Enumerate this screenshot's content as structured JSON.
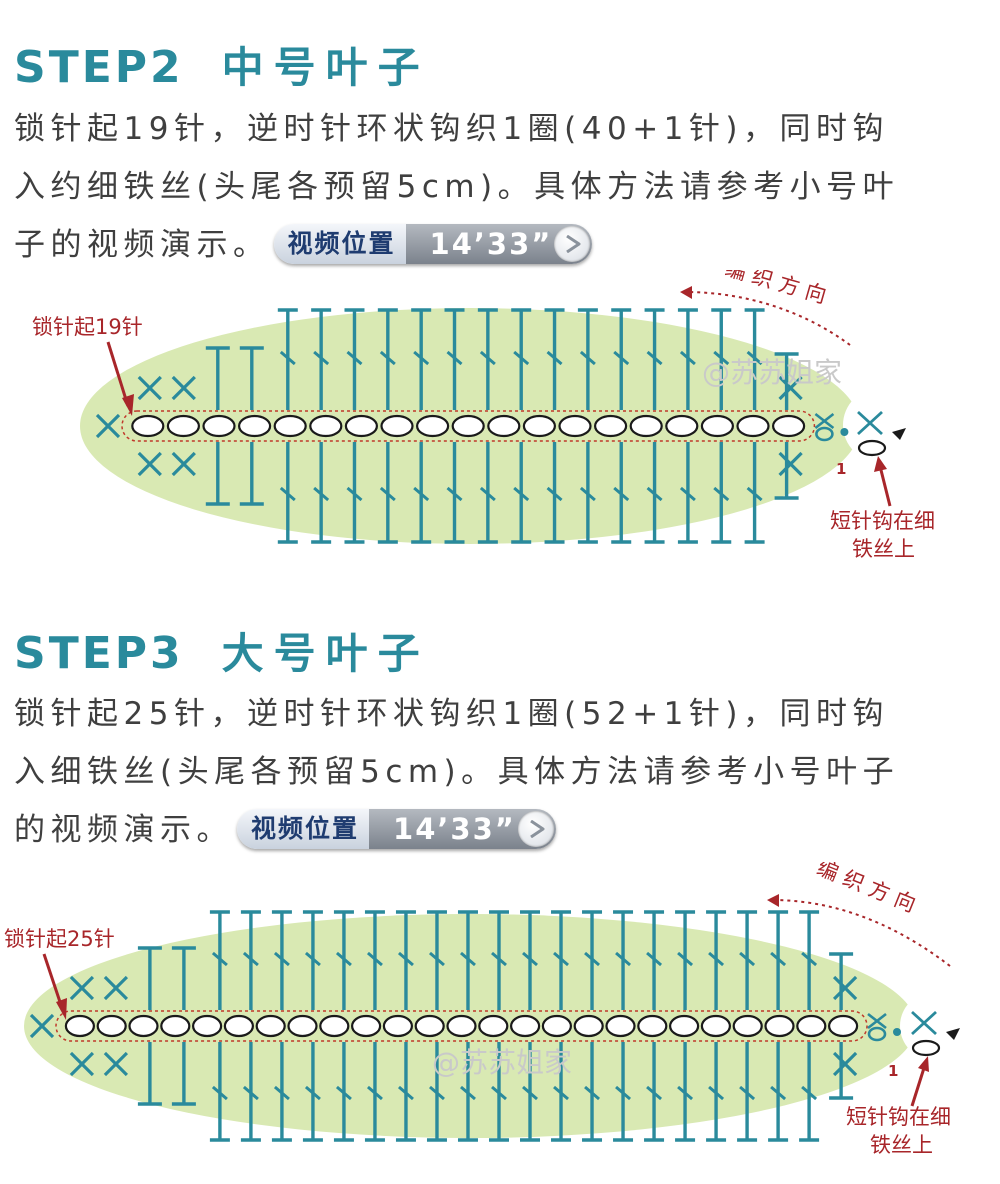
{
  "steps": [
    {
      "step_label": "STEP2",
      "title": "中号叶子",
      "lines": [
        "锁针起19针，逆时针环状钩织1圈(40+1针)，同时钩",
        "入约细铁丝(头尾各预留5cm)。具体方法请参考小号叶",
        "子的视频演示。"
      ],
      "video_label": "视频位置",
      "video_time": "14’33”",
      "chain_label": "锁针起19针",
      "direction_label": "编 织 方 向",
      "sc_label_line1": "短针钩在细",
      "sc_label_line2": "铁丝上",
      "round_number": "1",
      "watermark": "@苏苏姐家",
      "chain_count": 19
    },
    {
      "step_label": "STEP3",
      "title": "大号叶子",
      "lines": [
        "锁针起25针，逆时针环状钩织1圈(52+1针)，同时钩",
        "入细铁丝(头尾各预留5cm)。具体方法请参考小号叶子",
        "的视频演示。"
      ],
      "video_label": "视频位置",
      "video_time": "14’33”",
      "chain_label": "锁针起25针",
      "direction_label": "编 织 方 向",
      "sc_label_line1": "短针钩在细",
      "sc_label_line2": "铁丝上",
      "round_number": "1",
      "watermark": "@苏苏姐家",
      "chain_count": 25
    }
  ],
  "colors": {
    "heading": "#2a8a9c",
    "stitch": "#2a8a9c",
    "leaf_fill": "#d9e9b3",
    "annotation": "#a8262a"
  }
}
